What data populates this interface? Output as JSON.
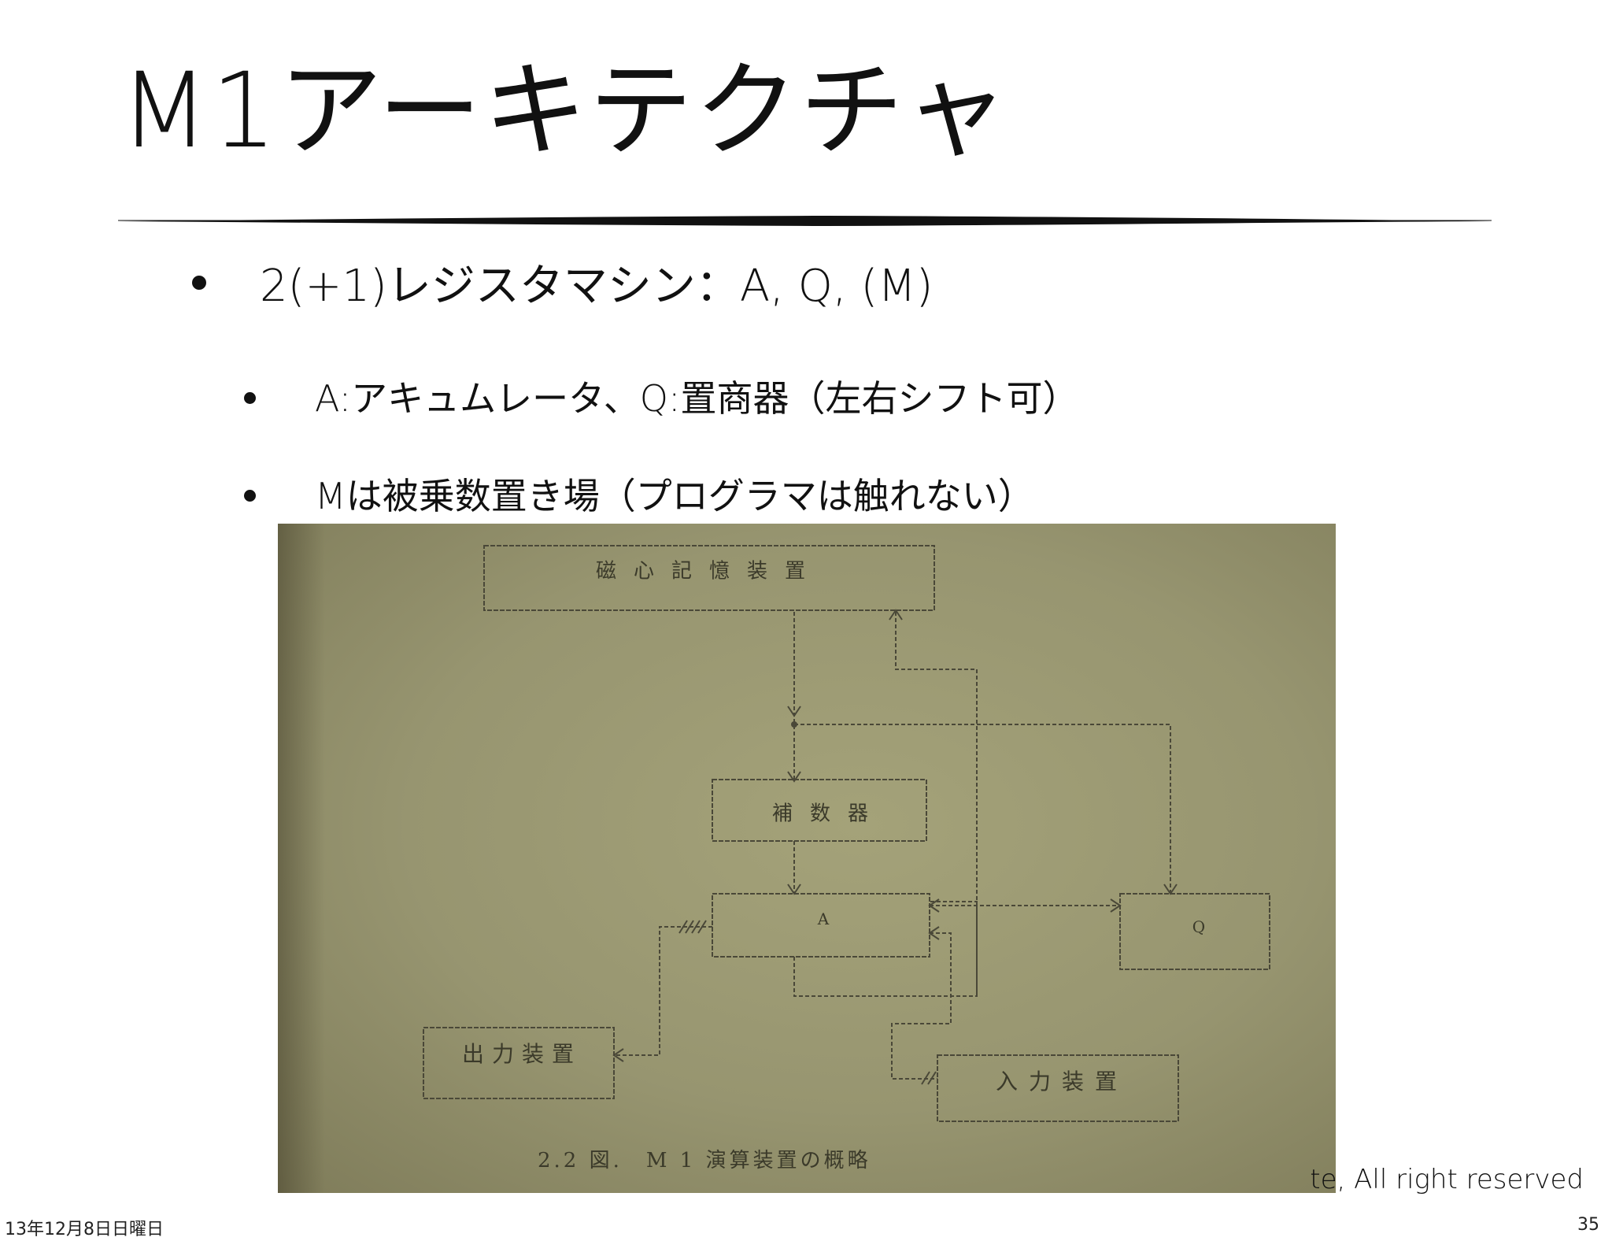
{
  "slide": {
    "title": "M1アーキテクチャ",
    "bullets": [
      "2(+1)レジスタマシン：A, Q, (M)",
      "A:アキュムレータ、Q:置商器（左右シフト可）",
      "Mは被乗数置き場（プログラマは触れない）"
    ],
    "copyright": "te, All right reserved",
    "date": "13年12月8日日曜日",
    "page_number": "35"
  },
  "figure": {
    "labels": {
      "memory": "磁心記憶装置",
      "complementer": "補数器",
      "a_register": "A",
      "q_register": "Q",
      "output": "出力装置",
      "input": "入力装置"
    },
    "caption": "2.2 図.　M 1 演算装置の概略"
  }
}
